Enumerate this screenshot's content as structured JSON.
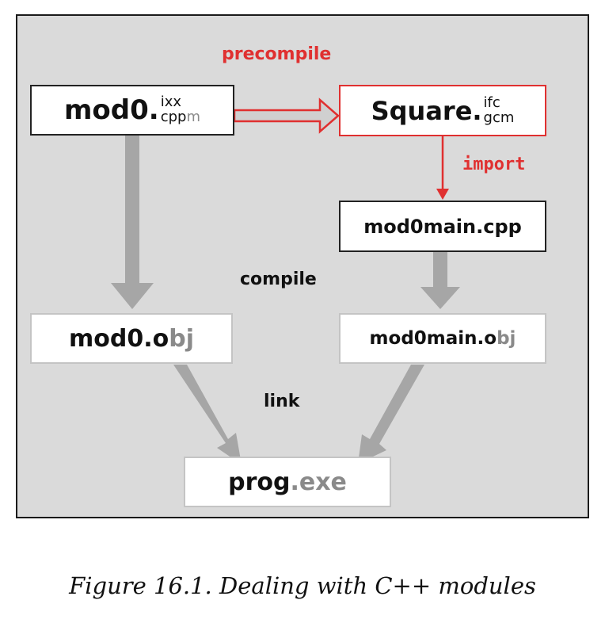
{
  "diagram": {
    "mod0_interface": {
      "base": "mod0.",
      "ext_top": "ixx",
      "ext_bottom_dark": "cpp",
      "ext_bottom_gray": "m"
    },
    "square_bmi": {
      "base": "Square.",
      "ext_top": "ifc",
      "ext_bottom": "gcm"
    },
    "mod0main_cpp": {
      "name": "mod0main.cpp"
    },
    "mod0_obj": {
      "name": "mod0.o",
      "suffix": "bj"
    },
    "mod0main_obj": {
      "name": "mod0main.o",
      "suffix": "bj"
    },
    "prog_exe": {
      "name": "prog",
      "suffix": ".exe"
    },
    "labels": {
      "precompile": "precompile",
      "import": "import",
      "compile": "compile",
      "link": "link"
    },
    "colors": {
      "accent_red": "#e03030",
      "arrow_gray": "#a6a6a6",
      "background": "#dadada"
    }
  },
  "caption": "Figure 16.1. Dealing with C++ modules"
}
